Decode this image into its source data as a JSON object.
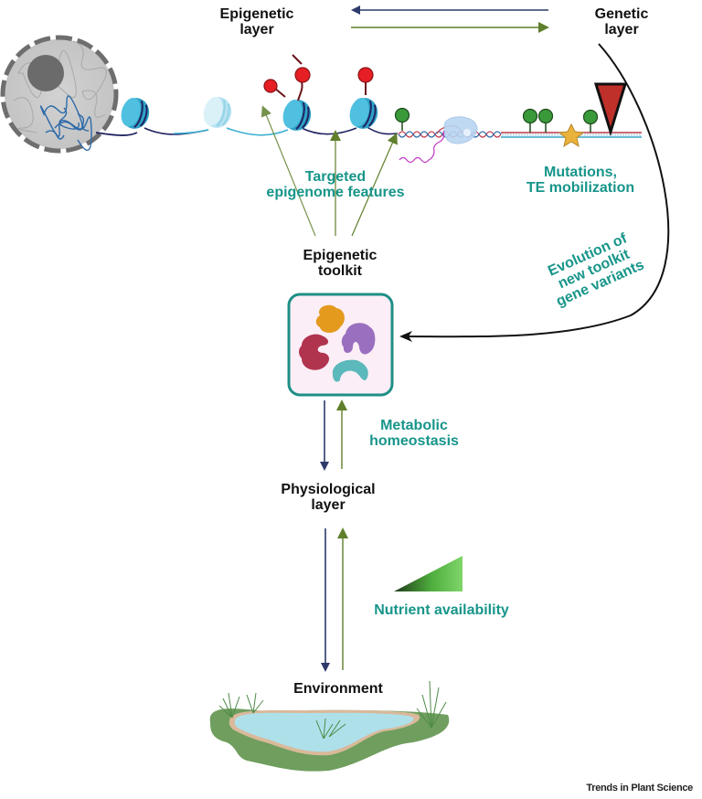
{
  "labels": {
    "epigenetic_layer": [
      "Epigenetic",
      "layer"
    ],
    "genetic_layer": [
      "Genetic",
      "layer"
    ],
    "targeted_features": [
      "Targeted",
      "epigenome features"
    ],
    "mutations": [
      "Mutations,",
      "TE mobilization"
    ],
    "evolution": [
      "Evolution of",
      "new toolkit",
      "gene variants"
    ],
    "epigenetic_toolkit": [
      "Epigenetic",
      "toolkit"
    ],
    "metabolic_homeostasis": [
      "Metabolic",
      "homeostasis"
    ],
    "physiological_layer": [
      "Physiological",
      "layer"
    ],
    "nutrient_availability": "Nutrient availability",
    "environment": "Environment"
  },
  "credit": "Trends in Plant Science",
  "colors": {
    "navy_arrow": "#2d3a6b",
    "green_arrow": "#5f7f2c",
    "teal_text": "#17958a",
    "toolkit_border": "#1e8f86",
    "toolkit_fill": "#fbeef6",
    "nucleosome": "#3ab0d3",
    "methyl_red": "#e51f24",
    "mark_green": "#3a9a3a",
    "te_triangle": "#c0302b",
    "star": "#e9b23a",
    "protein_orange": "#e39a1d",
    "protein_purple": "#9a6fbf",
    "protein_crimson": "#b1344f",
    "protein_teal": "#5bb8bb",
    "pond_water": "#aee0ea",
    "pond_grass": "#6f9e5e"
  },
  "icons": {
    "nucleus": "cell-nucleus-icon",
    "nucleosome": "nucleosome-icon",
    "methylation": "methylation-lollipop-icon",
    "polymerase": "rna-polymerase-icon",
    "transposon": "transposon-triangle-icon",
    "mutation": "mutation-star-icon",
    "proteins": "enzyme-protein-icon",
    "gradient": "nutrient-gradient-icon",
    "pond": "pond-environment-icon"
  }
}
